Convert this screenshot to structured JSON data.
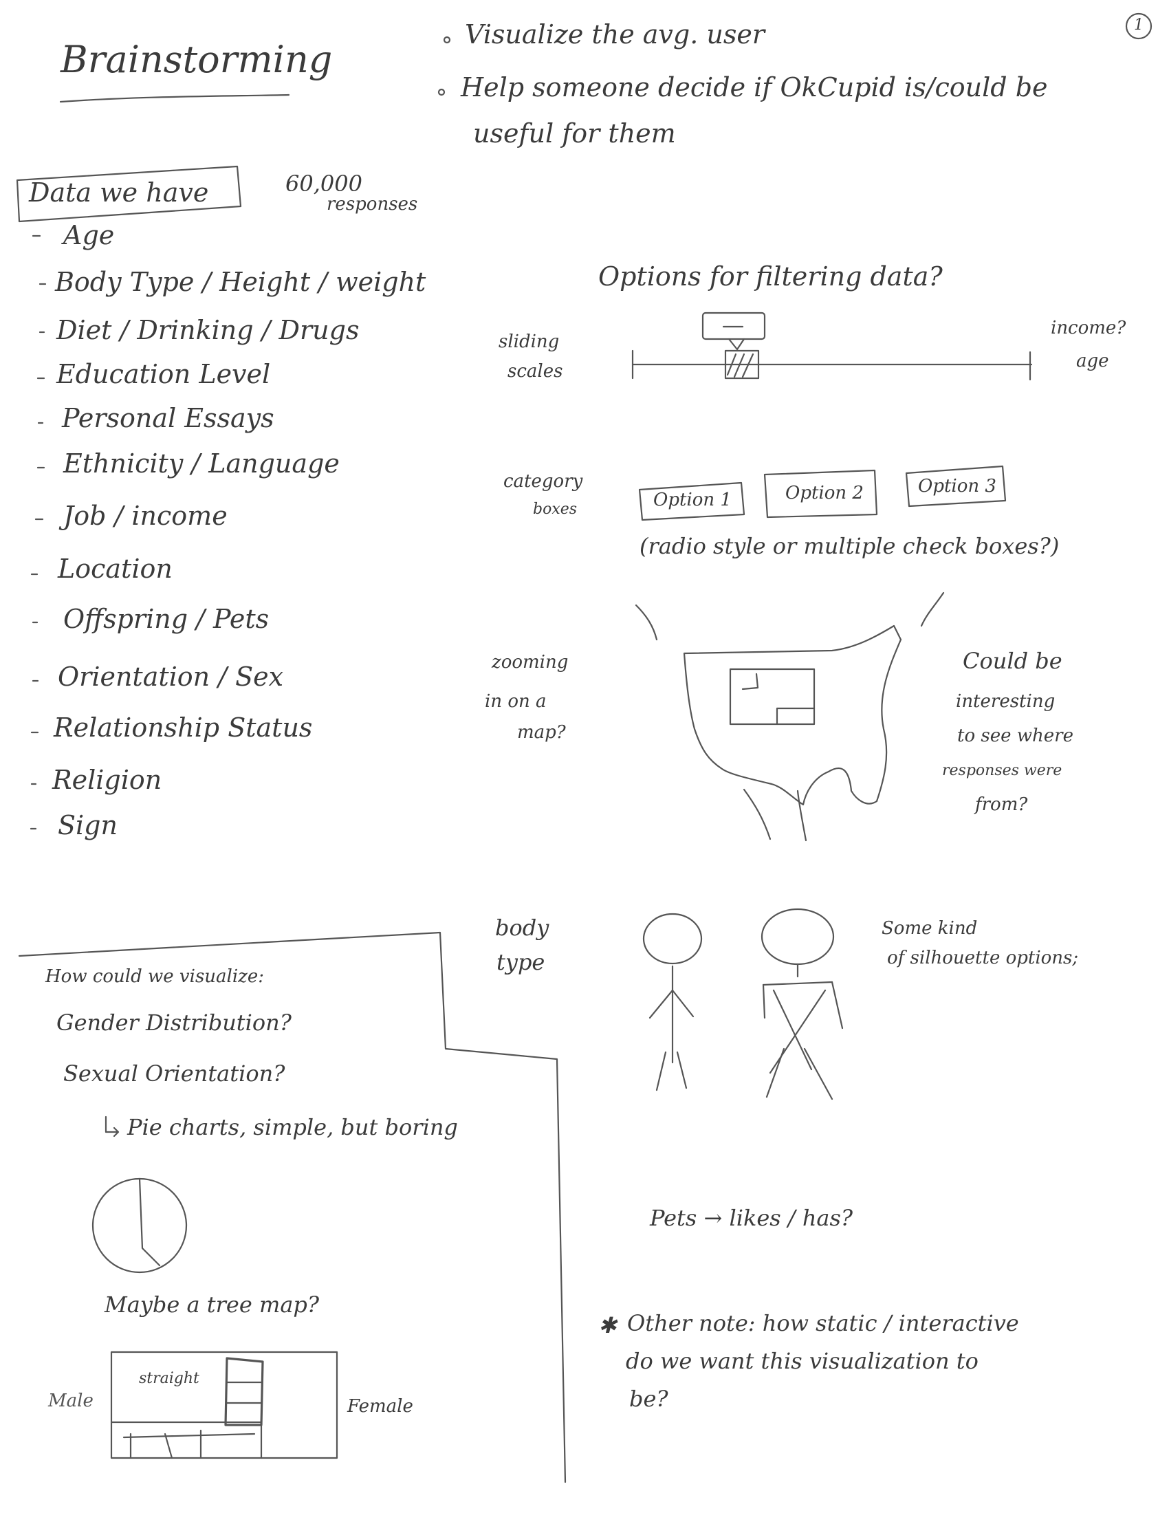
{
  "page_number": "1",
  "title": "Brainstorming",
  "goals": [
    "Visualize the avg. user",
    "Help someone decide if OkCupid is/could be",
    "useful for them"
  ],
  "data_section": {
    "heading": "Data we have",
    "responses_count": "60,000",
    "responses_label": "responses",
    "items": [
      "Age",
      "Body Type / Height / weight",
      "Diet / Drinking / Drugs",
      "Education Level",
      "Personal Essays",
      "Ethnicity / Language",
      "Job / income",
      "Location",
      "Offspring / Pets",
      "Orientation / Sex",
      "Relationship Status",
      "Religion",
      "Sign"
    ]
  },
  "filtering": {
    "heading": "Options for filtering data?",
    "sliding": {
      "label_line1": "sliding",
      "label_line2": "scales",
      "right_label1": "income?",
      "right_label2": "age"
    },
    "category": {
      "label_line1": "category",
      "label_line2": "boxes",
      "options": [
        "Option 1",
        "Option 2",
        "Option 3"
      ],
      "note": "(radio style or multiple check boxes?)"
    },
    "map": {
      "label_line1": "zooming",
      "label_line2": "in on a",
      "label_line3": "map?",
      "note_lines": [
        "Could be",
        "interesting",
        "to see where",
        "responses were",
        "from?"
      ]
    },
    "body": {
      "label_line1": "body",
      "label_line2": "type",
      "note_line1": "Some kind",
      "note_line2": "of silhouette options;"
    }
  },
  "visualize_box": {
    "heading": "How could we visualize:",
    "items": [
      "Gender Distribution?",
      "Sexual Orientation?"
    ],
    "pie_note": "Pie charts, simple, but boring",
    "treemap_note": "Maybe a tree map?",
    "treemap_inner": "straight",
    "male_label": "Male",
    "female_label": "Female"
  },
  "pets_note": "Pets → likes / has?",
  "other_note": {
    "star": "✱",
    "line1": "Other note: how static / interactive",
    "line2": "do we want this visualization to",
    "line3": "be?"
  }
}
